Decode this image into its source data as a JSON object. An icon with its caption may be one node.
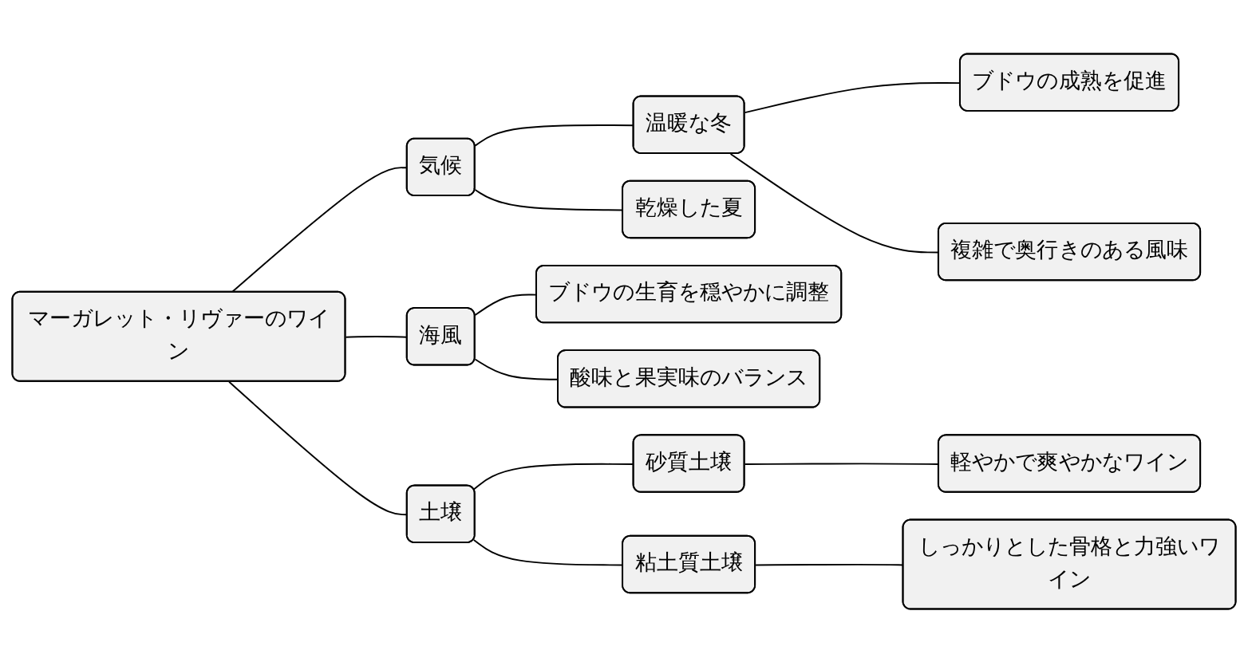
{
  "diagram": {
    "nodes": [
      {
        "text": [
          "マーガレット・リヴァーのワイン"
        ]
      },
      {
        "text": [
          "気候"
        ]
      },
      {
        "text": [
          "温暖な冬"
        ]
      },
      {
        "text": [
          "ブドウの成熟を促進"
        ]
      },
      {
        "text": [
          "複雑で奥行きのある風味"
        ]
      },
      {
        "text": [
          "乾燥した夏"
        ]
      },
      {
        "text": [
          "海風"
        ]
      },
      {
        "text": [
          "ブドウの生育を穏やかに調整"
        ]
      },
      {
        "text": [
          "酸味と果実味のバランス"
        ]
      },
      {
        "text": [
          "土壌"
        ]
      },
      {
        "text": [
          "砂質土壌"
        ]
      },
      {
        "text": [
          "軽やかで爽やかなワイン"
        ]
      },
      {
        "text": [
          "粘土質土壌"
        ]
      },
      {
        "text": [
          "しっかりとした骨格と力強いワイン"
        ]
      }
    ],
    "edges": [
      {
        "from": 0,
        "to": 1,
        "arrow": "none"
      },
      {
        "from": 1,
        "to": 2,
        "arrow": "none"
      },
      {
        "from": 2,
        "to": 3,
        "arrow": "none"
      },
      {
        "from": 2,
        "to": 4,
        "arrow": "none"
      },
      {
        "from": 1,
        "to": 5,
        "arrow": "none"
      },
      {
        "from": 0,
        "to": 6,
        "arrow": "none"
      },
      {
        "from": 6,
        "to": 7,
        "arrow": "none"
      },
      {
        "from": 6,
        "to": 8,
        "arrow": "none"
      },
      {
        "from": 0,
        "to": 9,
        "arrow": "none"
      },
      {
        "from": 9,
        "to": 10,
        "arrow": "none"
      },
      {
        "from": 10,
        "to": 11,
        "arrow": "none"
      },
      {
        "from": 9,
        "to": 12,
        "arrow": "none"
      },
      {
        "from": 12,
        "to": 13,
        "arrow": "none"
      }
    ]
  }
}
